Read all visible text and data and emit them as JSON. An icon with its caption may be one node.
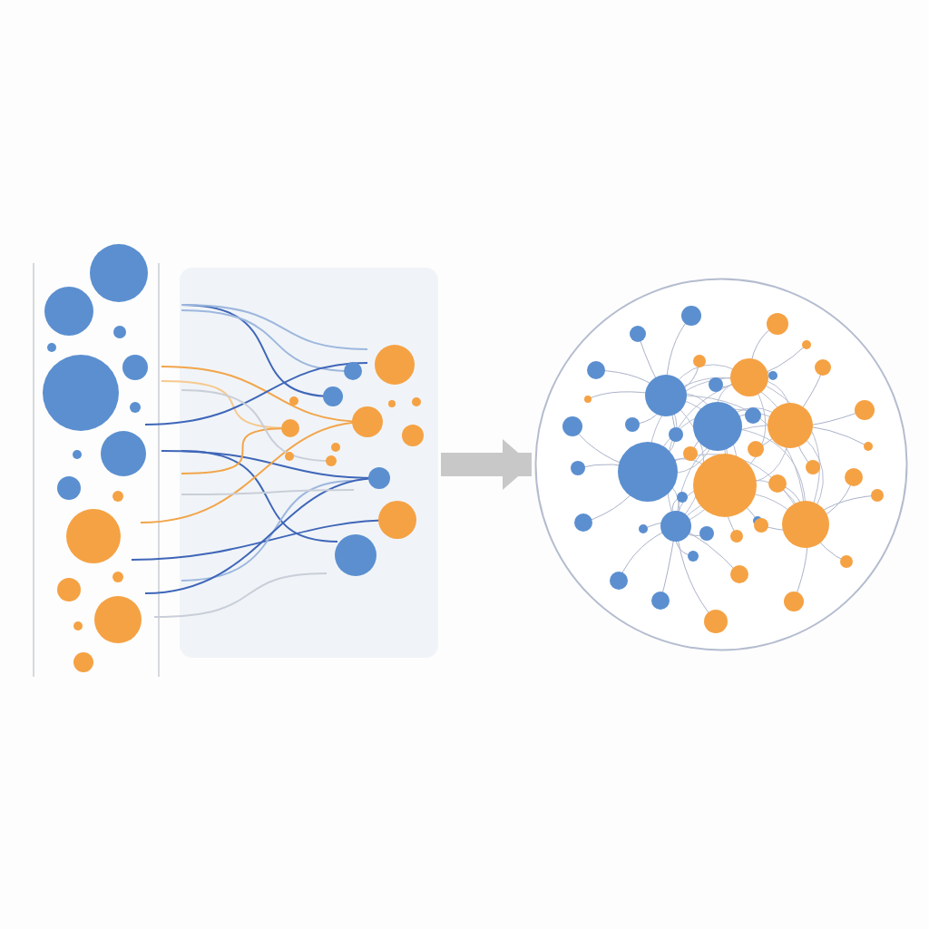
{
  "diagram": {
    "nodes": [
      {
        "text": [],
        "shape": "box"
      },
      {
        "text": [],
        "shape": "circle"
      }
    ],
    "edges": [
      {
        "from": 0,
        "to": 1,
        "arrow": "to"
      }
    ]
  }
}
